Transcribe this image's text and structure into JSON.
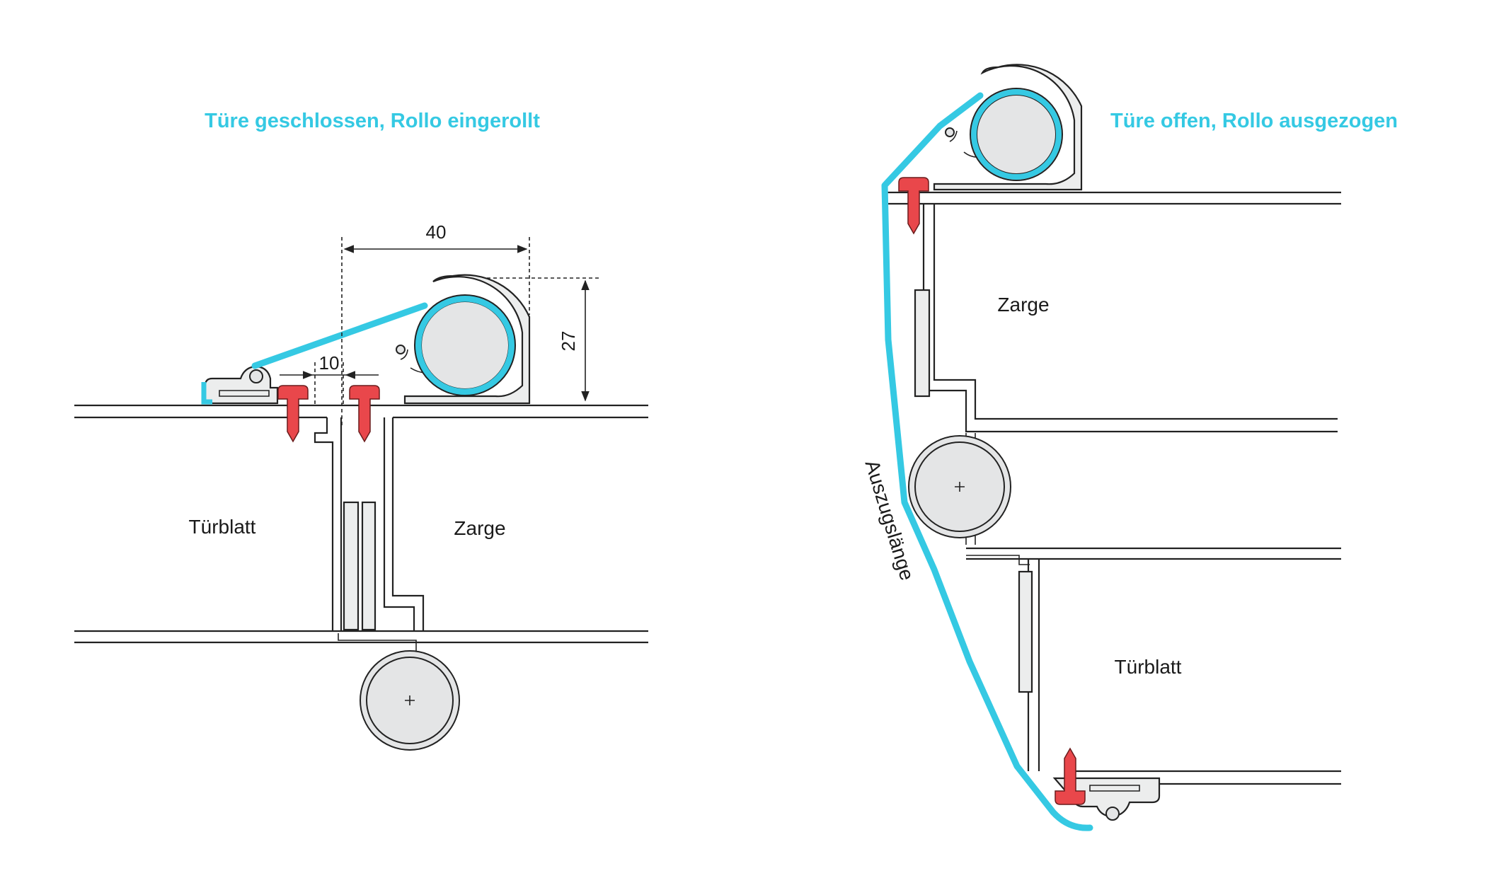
{
  "colors": {
    "cyan": "#35c9e3",
    "red": "#e9474b",
    "grey": "#e4e5e6",
    "line": "#222222"
  },
  "left": {
    "title": "Türe geschlossen, Rollo eingerollt",
    "door_label": "Türblatt",
    "frame_label": "Zarge",
    "dim_width": "40",
    "dim_gap": "10",
    "dim_height": "27"
  },
  "right": {
    "title": "Türe offen, Rollo ausgezogen",
    "frame_label": "Zarge",
    "door_label": "Türblatt",
    "extension_label": "Auszugslänge"
  }
}
